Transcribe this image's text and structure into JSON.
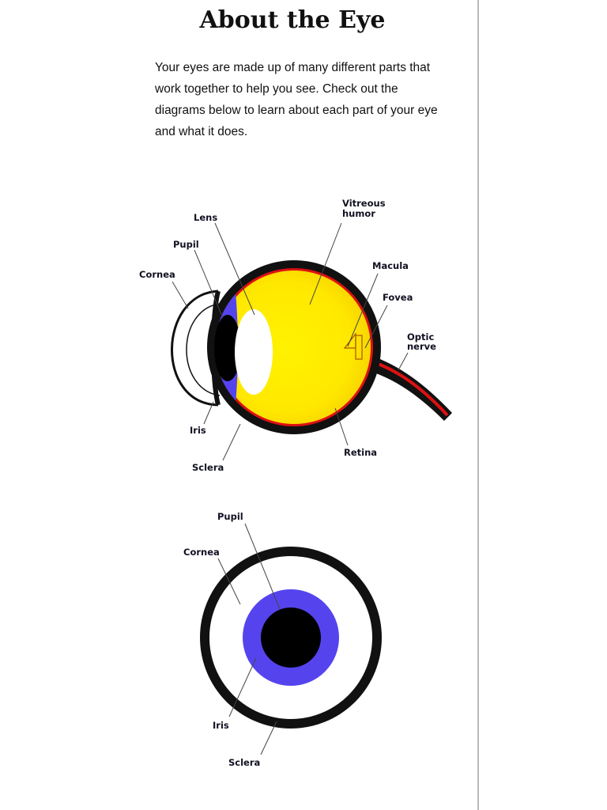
{
  "page": {
    "title": "About the Eye",
    "intro": "Your eyes are made up of many different parts that work together to help you see. Check out the diagrams below to learn about each part of your eye and what it does."
  },
  "side_view": {
    "labels": {
      "lens": "Lens",
      "pupil": "Pupil",
      "cornea": "Cornea",
      "vitreous_1": "Vitreous",
      "vitreous_2": "humor",
      "macula": "Macula",
      "fovea": "Fovea",
      "optic_1": "Optic",
      "optic_2": "nerve",
      "iris": "Iris",
      "sclera": "Sclera",
      "retina": "Retina"
    }
  },
  "front_view": {
    "labels": {
      "pupil": "Pupil",
      "cornea": "Cornea",
      "iris": "Iris",
      "sclera": "Sclera"
    }
  },
  "colors": {
    "sclera": "#111111",
    "vitreous": "#ffee00",
    "iris": "#5544ee",
    "retina": "#dd1111",
    "lens": "#ffffff"
  }
}
